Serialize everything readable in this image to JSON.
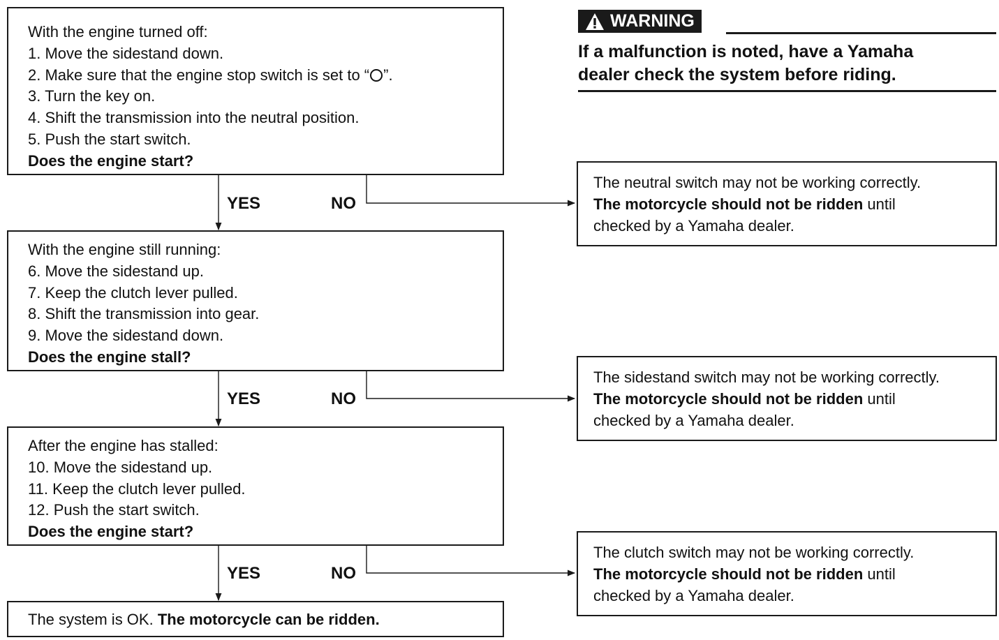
{
  "warning": {
    "badge_label": "WARNING",
    "icon": "warning-triangle-icon",
    "text_line1": "If a malfunction is noted, have a Yamaha",
    "text_line2": "dealer check the system before riding."
  },
  "step1": {
    "intro": "With the engine turned off:",
    "items": [
      "1. Move the sidestand down.",
      "2. Make sure that the engine stop switch is set to “",
      "3. Turn the key on.",
      "4. Shift the transmission into the neutral position.",
      "5. Push the start switch."
    ],
    "item2_suffix": "”.",
    "question": "Does the engine start?"
  },
  "step2": {
    "intro": "With the engine still running:",
    "items": [
      "6. Move the sidestand up.",
      "7. Keep the clutch lever pulled.",
      "8. Shift the transmission into gear.",
      "9. Move the sidestand down."
    ],
    "question": "Does the engine stall?"
  },
  "step3": {
    "intro": "After the engine has stalled:",
    "items": [
      "10. Move the sidestand up.",
      "11. Keep the clutch lever pulled.",
      "12. Push the start switch."
    ],
    "question": "Does the engine start?"
  },
  "final": {
    "plain": "The system is OK. ",
    "bold": "The motorcycle can be ridden."
  },
  "branches": {
    "yes_label": "YES",
    "no_label": "NO"
  },
  "fault1": {
    "line1": "The neutral switch may not be working correctly.",
    "bold": "The motorcycle should not be ridden",
    "after_bold": " until",
    "line3": "checked by a Yamaha dealer."
  },
  "fault2": {
    "line1": "The sidestand switch may not be working correctly.",
    "bold": "The motorcycle should not be ridden",
    "after_bold": " until",
    "line3": "checked by a Yamaha dealer."
  },
  "fault3": {
    "line1": "The clutch switch may not be working correctly.",
    "bold": "The motorcycle should not be ridden",
    "after_bold": " until",
    "line3": "checked by a Yamaha dealer."
  },
  "colors": {
    "ink": "#1a1a1a",
    "paper": "#ffffff"
  }
}
